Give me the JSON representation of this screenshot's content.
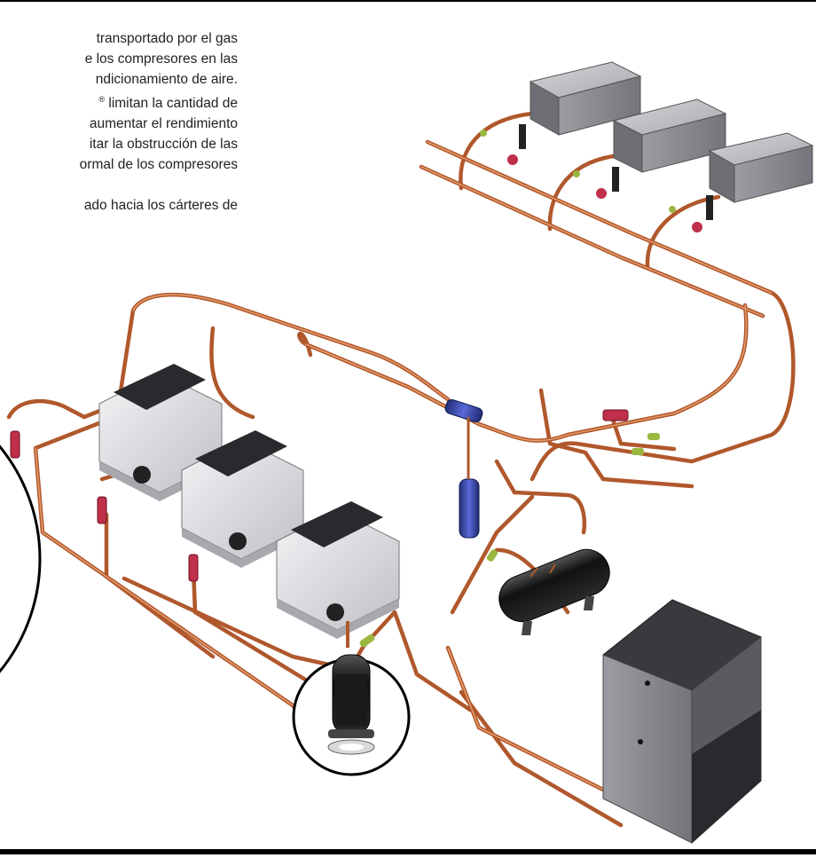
{
  "text_lines": [
    "transportado por el gas",
    "e los compresores en las",
    "ndicionamiento de aire.",
    "limitan la cantidad de",
    "aumentar el rendimiento",
    "itar la obstrucción de las",
    "ormal de los compresores",
    "ado hacia los cárteres de"
  ],
  "registered_mark": "®",
  "colors": {
    "pipe": "#c86a3a",
    "pipe_highlight": "#f0a878",
    "outline": "#000000",
    "cabinet_top": "#b8b8bc",
    "cabinet_side": "#8c8c92",
    "receiver": "#1a1a1a",
    "filter_red": "#c0304a",
    "valve_green": "#9ab840",
    "separator_blue": "#3848a8",
    "condenser_dark": "#3a3a3e",
    "condenser_grey": "#8a8a92"
  },
  "icons": {
    "evaporator": "evaporator-unit-icon",
    "compressor": "compressor-icon",
    "oil_separator": "oil-separator-icon",
    "receiver": "liquid-receiver-icon",
    "condenser": "condenser-icon",
    "filter": "filter-drier-icon",
    "valve": "valve-icon"
  }
}
